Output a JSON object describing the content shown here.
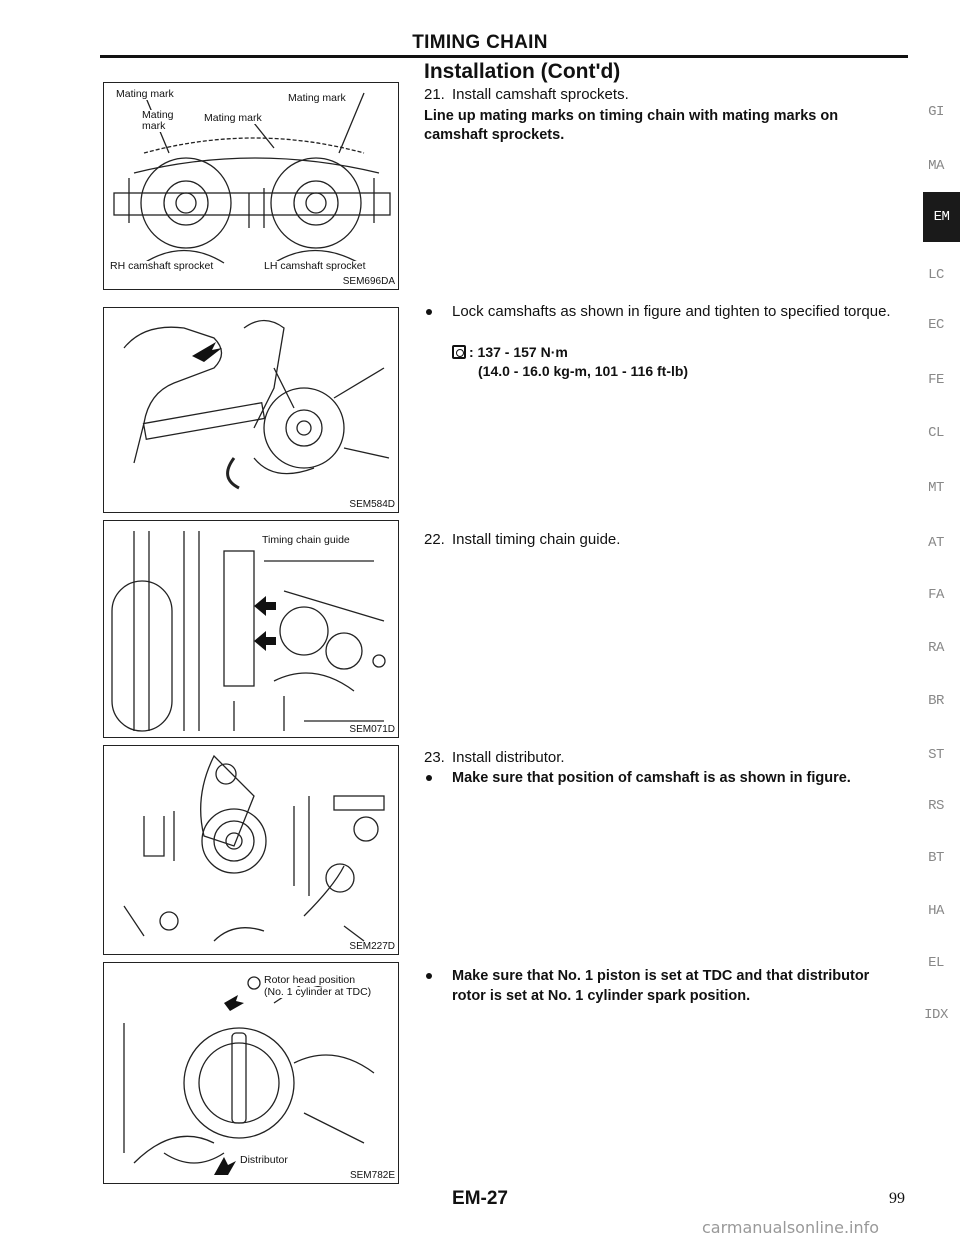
{
  "header": {
    "title": "TIMING CHAIN",
    "section": "Installation (Cont'd)"
  },
  "figures": [
    {
      "code": "SEM696DA",
      "labels": {
        "mating_mark_left": "Mating mark",
        "mating_mark_right": "Mating mark",
        "mating_mark_center_a": "Mating",
        "mating_mark_center_b": "mark",
        "mating_mark_center_c": "Mating mark",
        "rh_sprocket": "RH camshaft sprocket",
        "lh_sprocket": "LH camshaft sprocket"
      }
    },
    {
      "code": "SEM584D"
    },
    {
      "code": "SEM071D",
      "labels": {
        "guide": "Timing chain guide"
      }
    },
    {
      "code": "SEM227D"
    },
    {
      "code": "SEM782E",
      "labels": {
        "rotor_a": "Rotor head position",
        "rotor_b": "(No. 1 cylinder at TDC)",
        "distributor": "Distributor"
      }
    }
  ],
  "steps": {
    "s21": {
      "num": "21.",
      "text": "Install camshaft sprockets.",
      "note": "Line up mating marks on timing chain with mating marks on camshaft sprockets."
    },
    "lock": {
      "text": "Lock camshafts as shown in figure and tighten to specified torque.",
      "torque1": ": 137 - 157 N·m",
      "torque2": "(14.0 - 16.0 kg-m, 101 - 116 ft-lb)"
    },
    "s22": {
      "num": "22.",
      "text": "Install timing chain guide."
    },
    "s23": {
      "num": "23.",
      "text": "Install distributor."
    },
    "bullet_cam": {
      "text": "Make sure that position of camshaft is as shown in figure."
    },
    "bullet_piston": {
      "text": "Make sure that No. 1 piston is set at TDC and that distributor rotor is set at No. 1 cylinder spark position."
    }
  },
  "side_tabs": [
    "GI",
    "MA",
    "EM",
    "LC",
    "EC",
    "FE",
    "CL",
    "MT",
    "AT",
    "FA",
    "RA",
    "BR",
    "ST",
    "RS",
    "BT",
    "HA",
    "EL",
    "IDX"
  ],
  "active_tab": "EM",
  "footer": {
    "page_code": "EM-27",
    "page_number": "99",
    "watermark": "carmanualsonline.info"
  }
}
